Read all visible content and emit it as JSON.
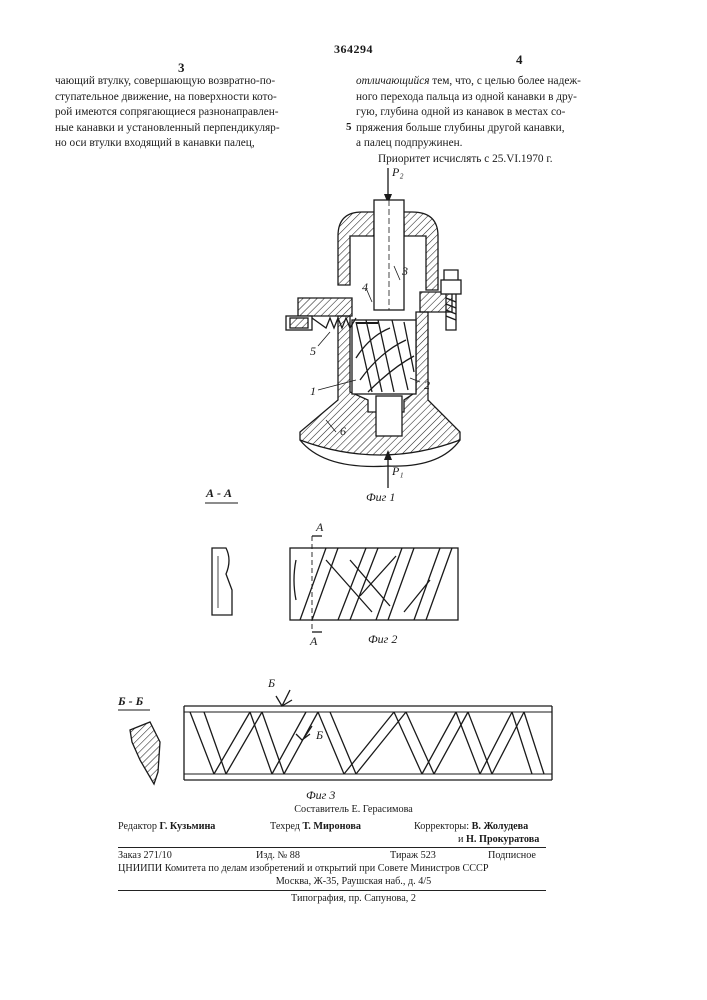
{
  "patent_number": "364294",
  "column_left_number": "3",
  "column_right_number": "4",
  "left_column_lines": [
    "чающий втулку, совершающую возвратно-по-",
    "ступательное движение, на поверхности кото-",
    "рой имеются сопрягающиеся разнонаправлен-",
    "ные канавки и установленный перпендикуляр-",
    "но оси втулки входящий в канавки палец,"
  ],
  "line_marker": "5",
  "right_column": {
    "lead_italic": "отличающийся",
    "line1_rest": " тем, что, с целью более надеж-",
    "lines": [
      "ного перехода пальца из одной канавки в дру-",
      "гую, глубина одной из канавок в местах со-",
      "пряжения больше глубины другой канавки,",
      "а палец подпружинен."
    ],
    "priority": "Приоритет исчислять с 25.VI.1970 г."
  },
  "figure1": {
    "force_top": "P₂",
    "force_bottom": "P₁",
    "parts": [
      "3",
      "4",
      "5",
      "1",
      "2",
      "6"
    ],
    "caption": "Фиг 1"
  },
  "figure2": {
    "section_title": "А - А",
    "cut_top": "А",
    "cut_bottom": "А",
    "caption": "Фиг 2"
  },
  "figure3": {
    "section_title": "Б - Б",
    "cut_top": "Б",
    "cut_mid": "Б",
    "caption": "Фиг 3"
  },
  "footer": {
    "compiler": "Составитель Е. Герасимова",
    "editor_label": "Редактор",
    "editor_name": "Г. Кузьмина",
    "techred_label": "Техред",
    "techred_name": "Т. Миронова",
    "correctors_label": "Корректоры:",
    "corrector1": "В. Жолудева",
    "and": "и",
    "corrector2": "Н. Прокуратова",
    "order": "Заказ 271/10",
    "izd": "Изд. № 88",
    "tirazh": "Тираж 523",
    "podpisnoe": "Подписное",
    "org_line1": "ЦНИИПИ Комитета по делам изобретений и открытий при Совете Министров СССР",
    "org_line2": "Москва, Ж-35, Раушская наб., д. 4/5",
    "typography": "Типография, пр. Сапунова, 2"
  }
}
